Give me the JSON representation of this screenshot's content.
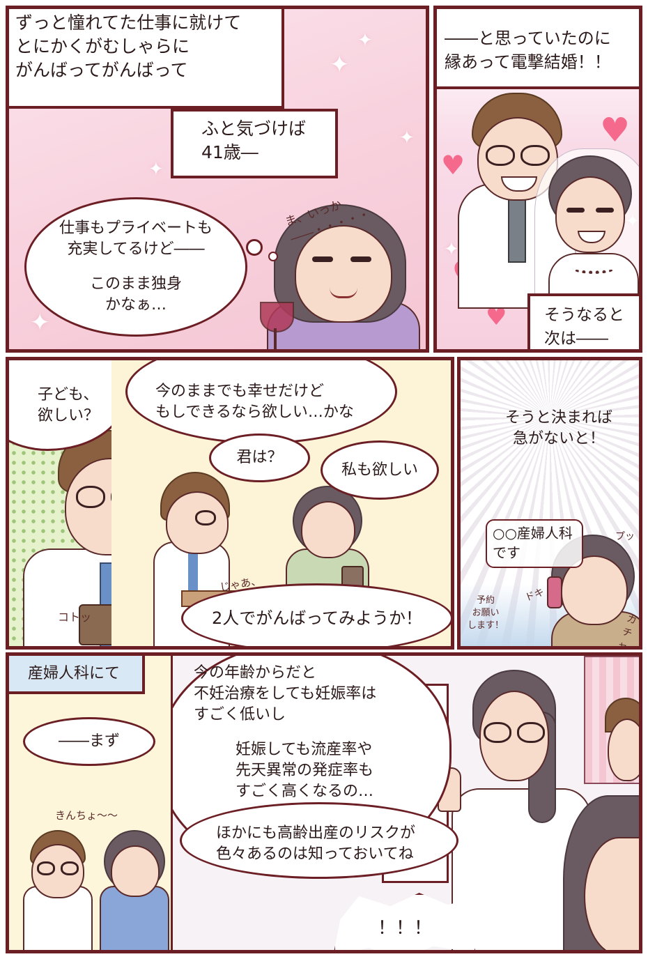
{
  "panel1": {
    "caption_top": "ずっと憧れてた仕事に就けて\nとにかくがむしゃらに\nがんばってがんばって",
    "caption_age": "ふと気づけば\n41歳―",
    "bubble_line1": "仕事もプライベートも\n充実してるけど――",
    "bubble_line2": "このまま独身\nかなぁ…",
    "sfx_sigh": "ま、いっか ――・・・・・"
  },
  "panel2": {
    "caption_top": "――と思っていたのに\n縁あって電撃結婚！！",
    "caption_bottom": "そうなると\n次は――"
  },
  "panel3": {
    "bubble_child": "子ども、\n欲しい？",
    "sfx_cup": "コトッ"
  },
  "panel4": {
    "bubble_happy": "今のままでも幸せだけど\nもしできるなら欲しい…かな",
    "bubble_you": "君は？",
    "bubble_me": "私も欲しい",
    "sfx_well": "じゃあ、",
    "bubble_together": "2人でがんばってみようか！"
  },
  "panel5": {
    "text_decide": "そうと決まれば\n急がないと！",
    "phone_text": "○○産婦人科\nです",
    "sfx_tone": "プッ",
    "sfx_doki": "ドキ",
    "sfx_reserve": "予約\nお願い\nします！",
    "sfx_gachi": "ガチャ"
  },
  "panel6": {
    "caption_location": "産婦人科にて",
    "bubble_first": "――まず",
    "sfx_nervous": "きんちょ〜〜"
  },
  "panel7": {
    "doctor_line1": "今の年齢からだと\n不妊治療をしても妊娠率は\nすごく低いし",
    "doctor_line2": "妊娠しても流産率や\n先天異常の発症率も\nすごく高くなるの…",
    "doctor_line3": "ほかにも高齢出産のリスクが\n色々あるのは知っておいてね",
    "reaction": "！！！"
  },
  "colors": {
    "border": "#6b1e24",
    "pink_bg": "#f9dbe3",
    "heart": "#f56a8c",
    "cream_bg": "#fdf3d6",
    "lightblue_caption": "#d8e8f4"
  }
}
